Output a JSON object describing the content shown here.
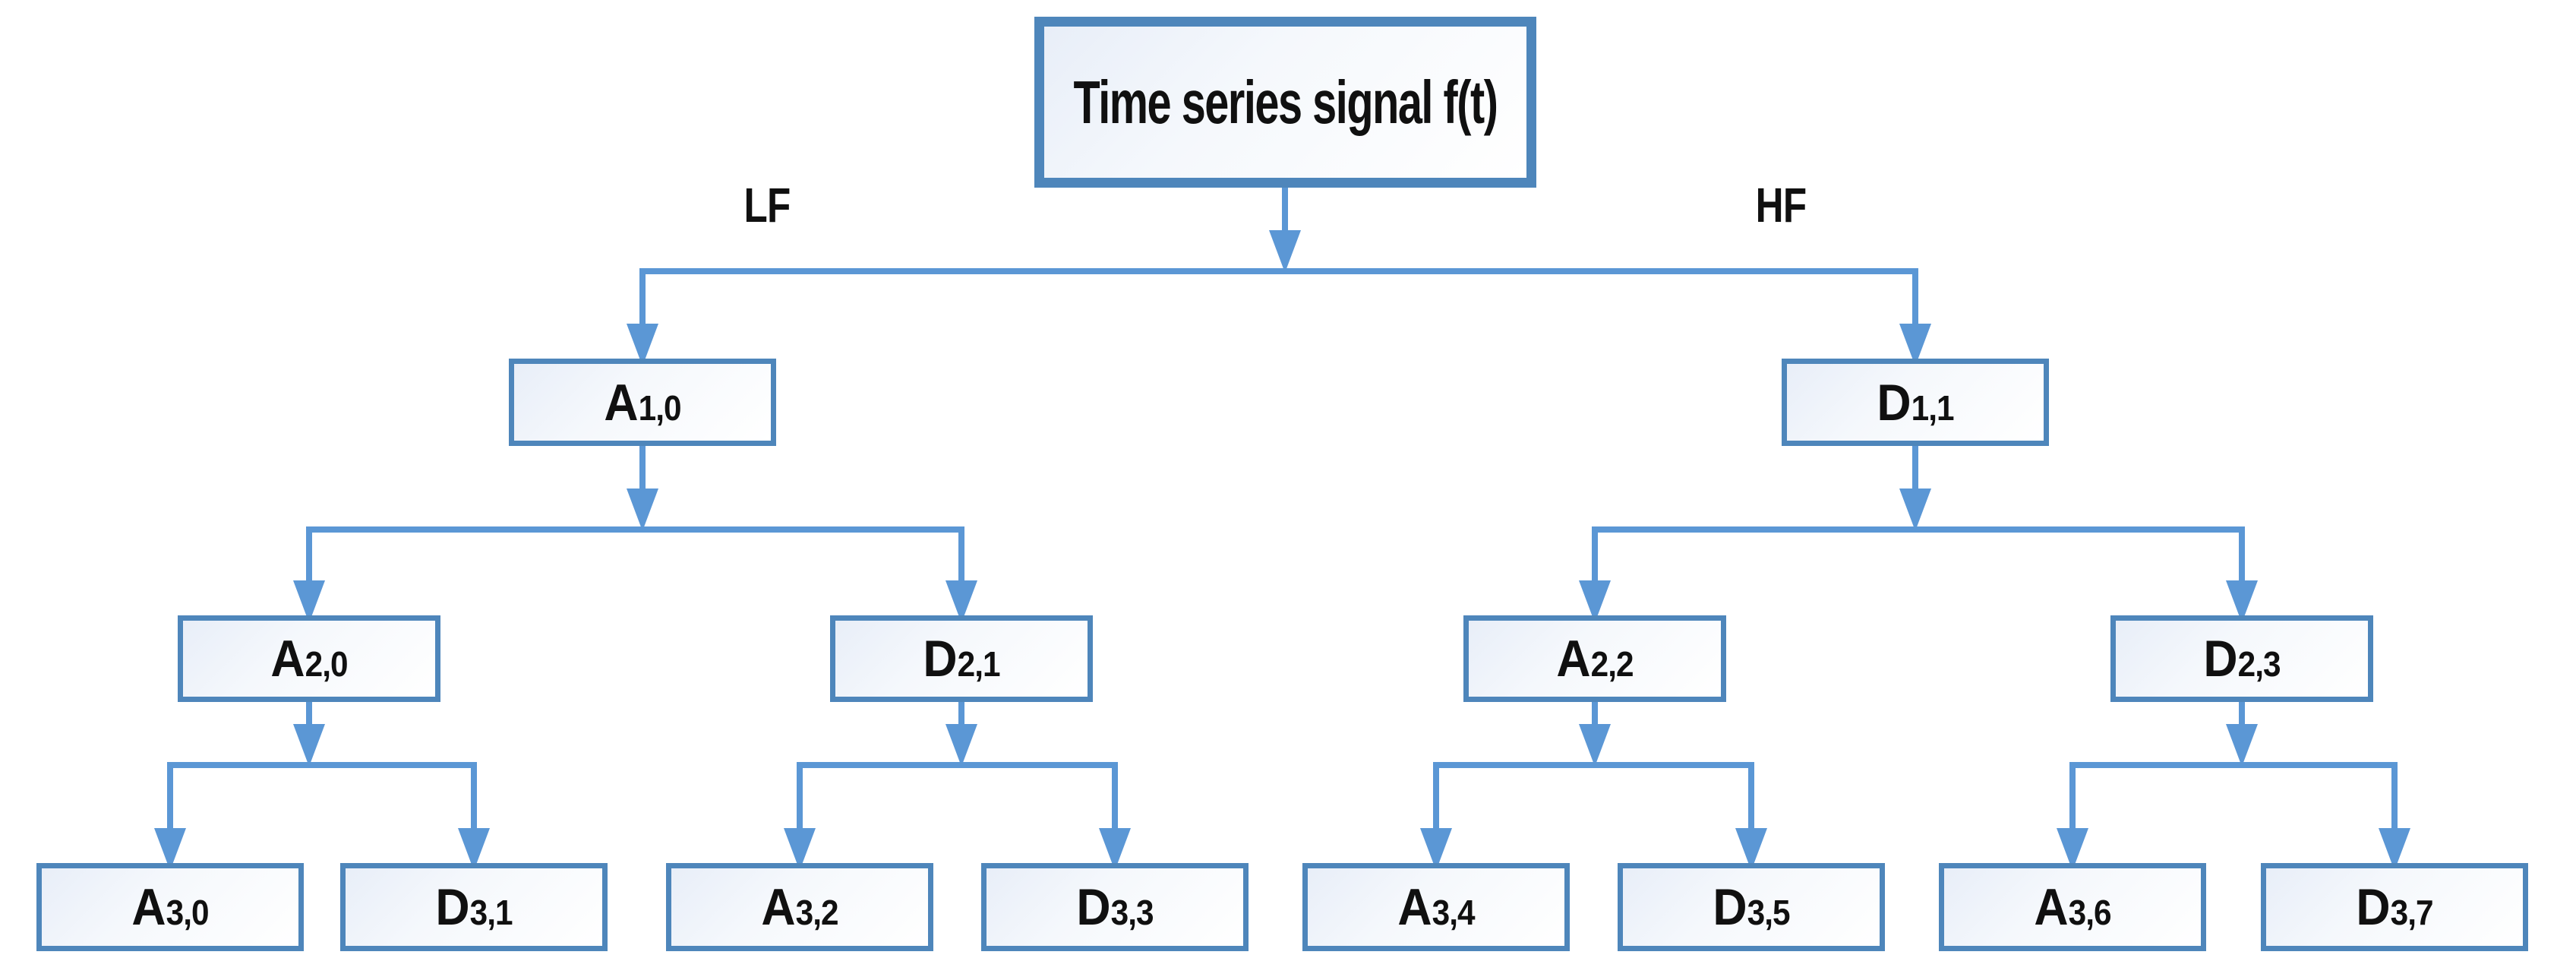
{
  "title": {
    "label": "Time series signal f(t)"
  },
  "branch_labels": {
    "low_frequency": "LF",
    "high_frequency": "HF"
  },
  "tree": {
    "level1": [
      {
        "main": "A",
        "sub": "1,0"
      },
      {
        "main": "D",
        "sub": "1,1"
      }
    ],
    "level2": [
      {
        "main": "A",
        "sub": "2,0"
      },
      {
        "main": "D",
        "sub": "2,1"
      },
      {
        "main": "A",
        "sub": "2,2"
      },
      {
        "main": "D",
        "sub": "2,3"
      }
    ],
    "level3": [
      {
        "main": "A",
        "sub": "3,0"
      },
      {
        "main": "D",
        "sub": "3,1"
      },
      {
        "main": "A",
        "sub": "3,2"
      },
      {
        "main": "D",
        "sub": "3,3"
      },
      {
        "main": "A",
        "sub": "3,4"
      },
      {
        "main": "D",
        "sub": "3,5"
      },
      {
        "main": "A",
        "sub": "3,6"
      },
      {
        "main": "D",
        "sub": "3,7"
      }
    ]
  },
  "colors": {
    "box-border": "#4e86bb",
    "connector": "#5b97d5",
    "text": "#101010",
    "box-fill-light": "#e8eef8",
    "box-fill-white": "#ffffff"
  }
}
